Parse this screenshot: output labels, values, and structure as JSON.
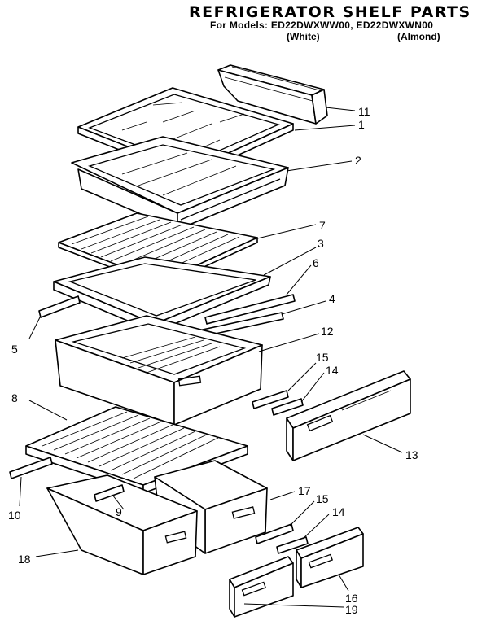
{
  "header": {
    "title": "REFRIGERATOR SHELF PARTS",
    "models": "For Models: ED22DWXWW00, ED22DWXWN00",
    "variant_white": "(White)",
    "variant_almond": "(Almond)"
  },
  "callouts": {
    "c1": "1",
    "c2": "2",
    "c3": "3",
    "c4": "4",
    "c5": "5",
    "c6": "6",
    "c7": "7",
    "c8": "8",
    "c9": "9",
    "c10": "10",
    "c11": "11",
    "c12": "12",
    "c13": "13",
    "c14a": "14",
    "c14b": "14",
    "c15a": "15",
    "c15b": "15",
    "c16": "16",
    "c17": "17",
    "c18": "18",
    "c19": "19"
  }
}
